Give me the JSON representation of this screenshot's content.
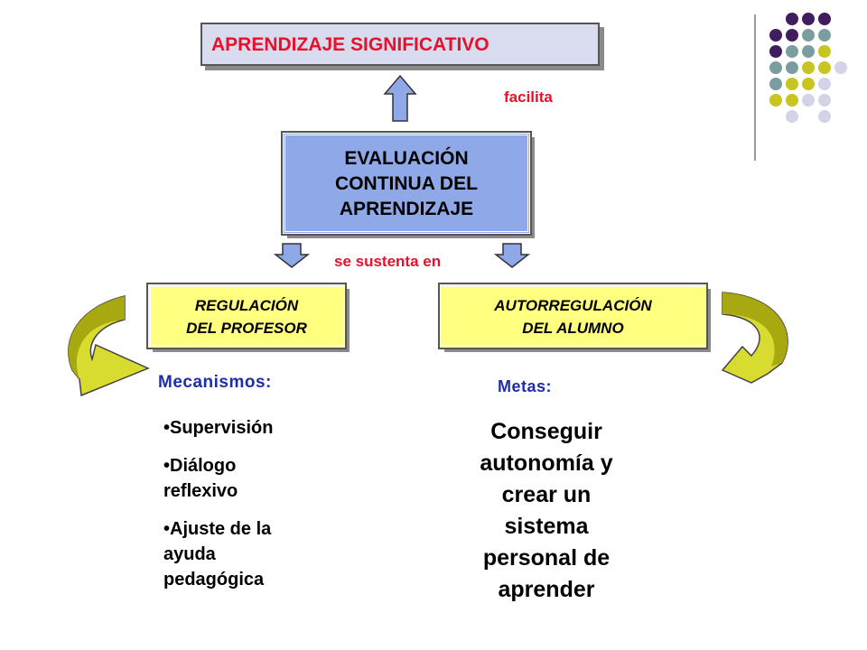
{
  "diagram": {
    "title": "APRENDIZAJE SIGNIFICATIVO",
    "facilita": "facilita",
    "evaluacion": [
      "EVALUACIÓN",
      "CONTINUA DEL",
      "APRENDIZAJE"
    ],
    "sustenta": "se sustenta en",
    "regulacion": [
      "REGULACIÓN",
      "DEL PROFESOR"
    ],
    "autorregulacion": [
      "AUTORREGULACIÓN",
      "DEL ALUMNO"
    ],
    "mecanismos_label": "Mecanismos:",
    "mecanismos": [
      [
        "•Supervisión"
      ],
      [
        "•Diálogo",
        "reflexivo"
      ],
      [
        "•Ajuste de la",
        "ayuda",
        "pedagógica"
      ]
    ],
    "metas_label": "Metas:",
    "metas_text": [
      "Conseguir",
      "autonomía y",
      "crear un",
      "sistema",
      "personal de",
      "aprender"
    ]
  },
  "colors": {
    "title_bg": "#d9dbef",
    "title_text": "#e8102a",
    "eval_bg": "#8fa8e8",
    "yellow_bg": "#ffff80",
    "blue_label": "#1f2ea8",
    "dot_purple": "#3f1d5e",
    "dot_teal": "#7a9e9f",
    "dot_olive": "#c8c420",
    "dot_lavender": "#d3d3e8"
  }
}
